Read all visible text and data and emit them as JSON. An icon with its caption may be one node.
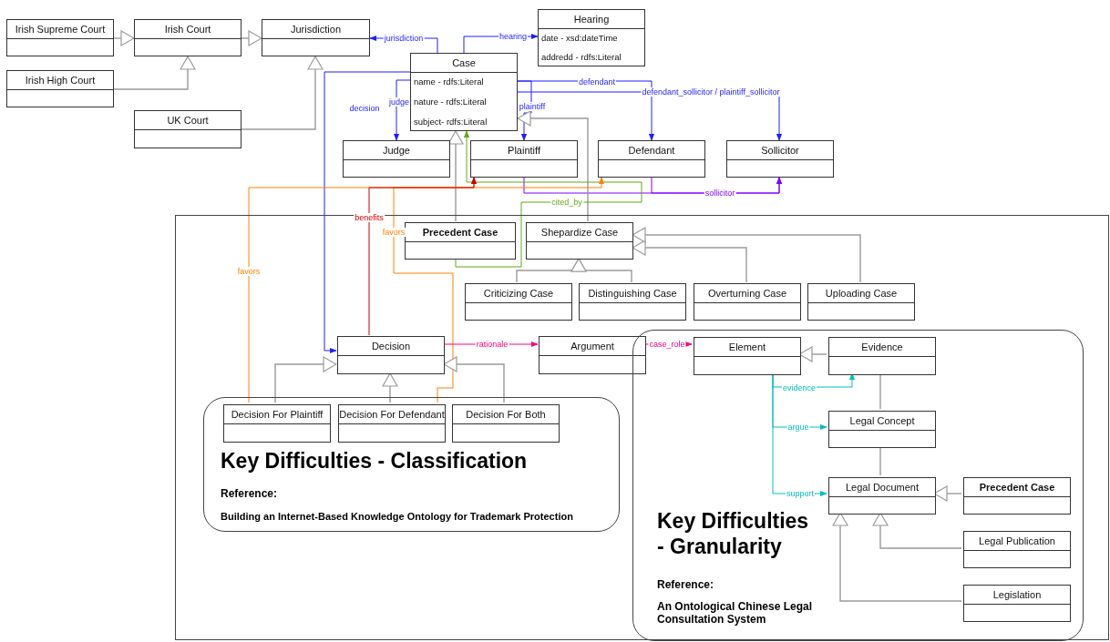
{
  "diagram": {
    "nodes": [
      {
        "text": [
          "Irish Supreme Court"
        ]
      },
      {
        "text": [
          "Irish Court"
        ]
      },
      {
        "text": [
          "Jurisdiction"
        ]
      },
      {
        "text": [
          "Irish High Court"
        ]
      },
      {
        "text": [
          "UK Court"
        ]
      },
      {
        "text": [
          "Hearing",
          "date - xsd:dateTime",
          "addredd - rdfs:Literal"
        ]
      },
      {
        "text": [
          "Case",
          "name - rdfs:Literal",
          "nature - rdfs:Literal",
          "subject- rdfs:Literal"
        ]
      },
      {
        "text": [
          "Judge"
        ]
      },
      {
        "text": [
          "Plaintiff"
        ]
      },
      {
        "text": [
          "Defendant"
        ]
      },
      {
        "text": [
          "Sollicitor"
        ]
      },
      {
        "text": [],
        "shape": "box"
      },
      {
        "text": [
          "Precedent Case"
        ],
        "in": 11
      },
      {
        "text": [
          "Shepardize Case"
        ],
        "in": 11
      },
      {
        "text": [
          "Criticizing Case"
        ],
        "in": 11
      },
      {
        "text": [
          "Distinguishing Case"
        ],
        "in": 11
      },
      {
        "text": [
          "Overturning Case"
        ],
        "in": 11
      },
      {
        "text": [
          "Uploading Case"
        ],
        "in": 11
      },
      {
        "text": [
          "Decision"
        ],
        "in": 11
      },
      {
        "text": [
          "Argument"
        ],
        "in": 11
      },
      {
        "text": [
          "Key Difficulties - Classification",
          "Reference:",
          "Building an Internet-Based Knowledge Ontology for Trademark Protection"
        ],
        "in": 11
      },
      {
        "text": [
          "Decision For Plaintiff"
        ],
        "in": 20
      },
      {
        "text": [
          "Decision For Defendant"
        ],
        "in": 20
      },
      {
        "text": [
          "Decision For Both"
        ],
        "in": 20
      },
      {
        "text": [
          "Key Difficulties - Granularity",
          "Reference:",
          "An Ontological Chinese Legal Consultation System"
        ],
        "in": 11
      },
      {
        "text": [
          "Element"
        ],
        "in": 24
      },
      {
        "text": [
          "Evidence"
        ],
        "in": 24
      },
      {
        "text": [
          "Legal Concept"
        ],
        "in": 24
      },
      {
        "text": [
          "Legal Document"
        ],
        "in": 24
      },
      {
        "text": [
          "Precedent Case"
        ],
        "in": 24
      },
      {
        "text": [
          "Legal Publication"
        ],
        "in": 24
      },
      {
        "text": [
          "Legislation"
        ],
        "in": 24
      }
    ],
    "edges": [
      {
        "from": 0,
        "to": 1,
        "arrow": "to"
      },
      {
        "from": 1,
        "to": 2,
        "arrow": "to"
      },
      {
        "from": 3,
        "to": 1,
        "arrow": "to"
      },
      {
        "from": 4,
        "to": 2,
        "arrow": "to"
      },
      {
        "from": 6,
        "to": 2,
        "arrow": "to",
        "label": "jurisdiction",
        "color": "#1f1fff"
      },
      {
        "from": 6,
        "to": 5,
        "arrow": "to",
        "label": "hearing",
        "color": "#1f1fff"
      },
      {
        "from": 6,
        "to": 7,
        "arrow": "to",
        "label": "judge",
        "color": "#1f1fff"
      },
      {
        "from": 6,
        "to": 18,
        "arrow": "to",
        "label": "decision",
        "color": "#1f1fff"
      },
      {
        "from": 6,
        "to": 8,
        "arrow": "to",
        "label": "plaintiff",
        "color": "#1f1fff"
      },
      {
        "from": 6,
        "to": 9,
        "arrow": "to",
        "label": "defendant",
        "color": "#1f1fff"
      },
      {
        "from": 6,
        "to": 10,
        "arrow": "to",
        "label": "defendant_sollicitor /  plaintiff_sollicitor",
        "color": "#1f1fff"
      },
      {
        "from": 8,
        "to": 10,
        "arrow": "to",
        "label": "sollicitor",
        "color": "#8000ff"
      },
      {
        "from": 9,
        "to": 10,
        "arrow": "to",
        "color": "#8000ff"
      },
      {
        "from": 12,
        "to": 6,
        "arrow": "to"
      },
      {
        "from": 13,
        "to": 6,
        "arrow": "to"
      },
      {
        "from": 12,
        "to": 6,
        "arrow": "to",
        "label": "cited_by",
        "color": "#60a917"
      },
      {
        "from": 14,
        "to": 13,
        "arrow": "to"
      },
      {
        "from": 15,
        "to": 13,
        "arrow": "to"
      },
      {
        "from": 16,
        "to": 13,
        "arrow": "to"
      },
      {
        "from": 17,
        "to": 13,
        "arrow": "to"
      },
      {
        "from": 21,
        "to": 8,
        "arrow": "to",
        "label": "favors",
        "color": "#ff8000"
      },
      {
        "from": 22,
        "to": 9,
        "arrow": "to",
        "label": "favors",
        "color": "#ff8000"
      },
      {
        "from": 18,
        "to": 8,
        "arrow": "to",
        "label": "benefits",
        "color": "#cc0000"
      },
      {
        "from": 18,
        "to": 19,
        "arrow": "to",
        "label": "rationale",
        "color": "#ff0080"
      },
      {
        "from": 19,
        "to": 25,
        "arrow": "to",
        "label": "case_role",
        "color": "#ff0080"
      },
      {
        "from": 21,
        "to": 18,
        "arrow": "to"
      },
      {
        "from": 22,
        "to": 18,
        "arrow": "to"
      },
      {
        "from": 23,
        "to": 18,
        "arrow": "to"
      },
      {
        "from": 26,
        "to": 25,
        "arrow": "to"
      },
      {
        "from": 25,
        "to": 26,
        "arrow": "to",
        "label": "evidence",
        "color": "#00bfbf"
      },
      {
        "from": 25,
        "to": 27,
        "arrow": "to",
        "label": "argue",
        "color": "#00bfbf"
      },
      {
        "from": 25,
        "to": 28,
        "arrow": "to",
        "label": "support",
        "color": "#00bfbf"
      },
      {
        "from": 26,
        "to": 27,
        "arrow": "none"
      },
      {
        "from": 27,
        "to": 28,
        "arrow": "none"
      },
      {
        "from": 29,
        "to": 28,
        "arrow": "to"
      },
      {
        "from": 30,
        "to": 28,
        "arrow": "to"
      },
      {
        "from": 31,
        "to": 28,
        "arrow": "to"
      }
    ]
  }
}
